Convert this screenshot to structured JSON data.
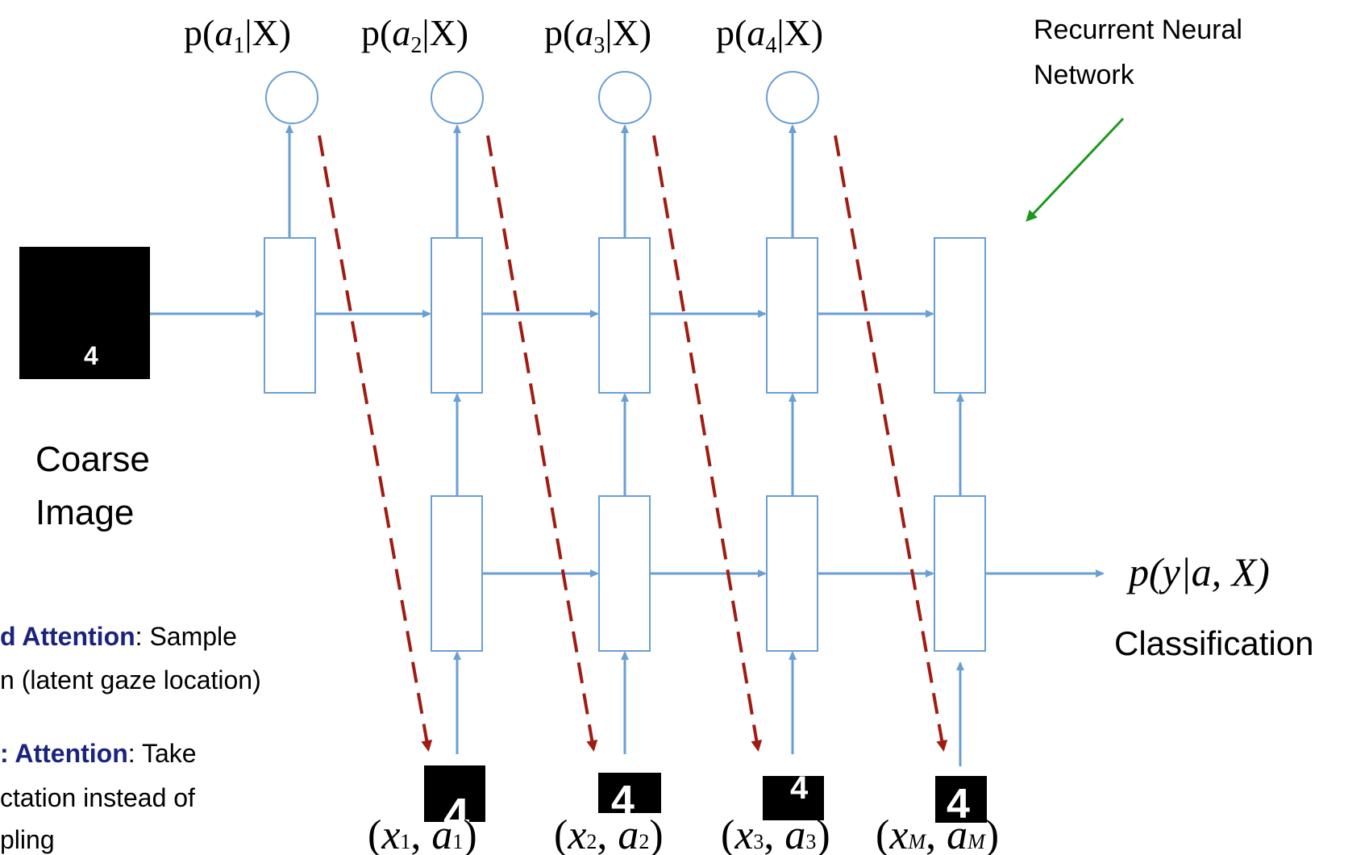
{
  "header": {
    "rnn_label_line1": "Recurrent Neural",
    "rnn_label_line2": "Network"
  },
  "top_outputs": [
    {
      "fn": "p(",
      "var": "a",
      "sub": "1",
      "rest": "|X)"
    },
    {
      "fn": "p(",
      "var": "a",
      "sub": "2",
      "rest": "|X)"
    },
    {
      "fn": "p(",
      "var": "a",
      "sub": "3",
      "rest": "|X)"
    },
    {
      "fn": "p(",
      "var": "a",
      "sub": "4",
      "rest": "|X)"
    }
  ],
  "coarse_image": {
    "label_line1": "Coarse",
    "label_line2": "Image",
    "digit": "4"
  },
  "classification": {
    "formula": "p(y|a, X)",
    "label": "Classification"
  },
  "notes": {
    "hard_title": "d Attention",
    "hard_rest": ": Sample",
    "hard_line2": "n (latent gaze location)",
    "soft_title": ": Attention",
    "soft_rest": ": Take",
    "soft_line2": "ctation instead of",
    "soft_line3": "pling"
  },
  "glimpses": [
    {
      "label_x": "x",
      "x_sub": "1",
      "label_a": "a",
      "a_sub": "1",
      "digit": "4"
    },
    {
      "label_x": "x",
      "x_sub": "2",
      "label_a": "a",
      "a_sub": "2",
      "digit": "4"
    },
    {
      "label_x": "x",
      "x_sub": "3",
      "label_a": "a",
      "a_sub": "3",
      "digit": "4"
    },
    {
      "label_x": "x",
      "x_sub": "M",
      "label_a": "a",
      "a_sub": "M",
      "digit": "4"
    }
  ],
  "colors": {
    "node_stroke": "#6a9fd4",
    "arrow": "#6a9fd4",
    "dashed": "#a01c12",
    "green_arrow": "#1a9a1a",
    "note_title": "#1a237e"
  }
}
